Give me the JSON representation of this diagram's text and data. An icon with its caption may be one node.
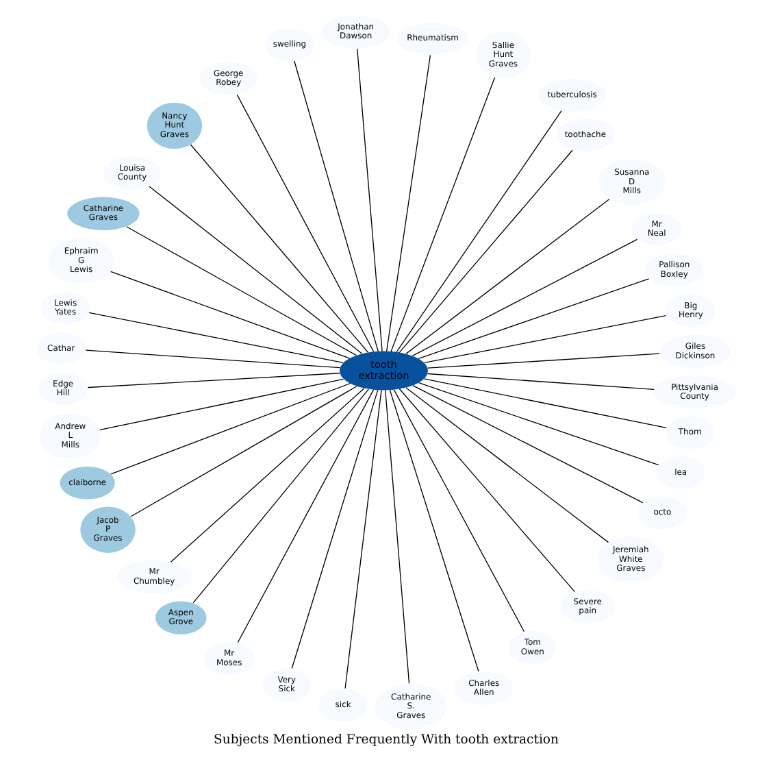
{
  "diagram": {
    "title": "Subjects Mentioned Frequently With tooth extraction",
    "nodes": [
      {
        "text": [
          "Giles Dickinson"
        ]
      },
      {
        "text": [
          "Big Henry"
        ]
      },
      {
        "text": [
          "Pallison Boxley"
        ]
      },
      {
        "text": [
          "Mr Neal"
        ]
      },
      {
        "text": [
          "Susanna D Mills"
        ]
      },
      {
        "text": [
          "toothache"
        ]
      },
      {
        "text": [
          "tuberculosis"
        ]
      },
      {
        "text": [
          "Sallie Hunt Graves"
        ]
      },
      {
        "text": [
          "Rheumatism"
        ]
      },
      {
        "text": [
          "Jonathan Dawson"
        ]
      },
      {
        "text": [
          "swelling"
        ]
      },
      {
        "text": [
          "George Robey"
        ]
      },
      {
        "text": [
          "Nancy Hunt Graves"
        ]
      },
      {
        "text": [
          "Louisa County"
        ]
      },
      {
        "text": [
          "Catharine Graves"
        ]
      },
      {
        "text": [
          "Ephraim G Lewis"
        ]
      },
      {
        "text": [
          "Lewis Yates"
        ]
      },
      {
        "text": [
          "Cathar"
        ]
      },
      {
        "text": [
          "tooth extraction"
        ]
      },
      {
        "text": [
          "Edge Hill"
        ]
      },
      {
        "text": [
          "Andrew L Mills"
        ]
      },
      {
        "text": [
          "claiborne"
        ]
      },
      {
        "text": [
          "Jacob P Graves"
        ]
      },
      {
        "text": [
          "Mr Chumbley"
        ]
      },
      {
        "text": [
          "Aspen Grove"
        ]
      },
      {
        "text": [
          "Mr Moses"
        ]
      },
      {
        "text": [
          "Very Sick"
        ]
      },
      {
        "text": [
          "sick"
        ]
      },
      {
        "text": [
          "Catharine S. Graves"
        ]
      },
      {
        "text": [
          "Charles Allen"
        ]
      },
      {
        "text": [
          "Tom Owen"
        ]
      },
      {
        "text": [
          "Severe pain"
        ]
      },
      {
        "text": [
          "Jeremiah White Graves"
        ]
      },
      {
        "text": [
          "octo"
        ]
      },
      {
        "text": [
          "lea"
        ]
      },
      {
        "text": [
          "Thom"
        ]
      },
      {
        "text": [
          "Pittsylvania County"
        ]
      }
    ],
    "edges": [
      {
        "from": 18,
        "to": 0,
        "arrow": "none"
      },
      {
        "from": 18,
        "to": 1,
        "arrow": "none"
      },
      {
        "from": 18,
        "to": 2,
        "arrow": "none"
      },
      {
        "from": 18,
        "to": 3,
        "arrow": "none"
      },
      {
        "from": 18,
        "to": 4,
        "arrow": "none"
      },
      {
        "from": 18,
        "to": 5,
        "arrow": "none"
      },
      {
        "from": 18,
        "to": 6,
        "arrow": "none"
      },
      {
        "from": 18,
        "to": 7,
        "arrow": "none"
      },
      {
        "from": 18,
        "to": 8,
        "arrow": "none"
      },
      {
        "from": 18,
        "to": 9,
        "arrow": "none"
      },
      {
        "from": 18,
        "to": 10,
        "arrow": "none"
      },
      {
        "from": 18,
        "to": 11,
        "arrow": "none"
      },
      {
        "from": 18,
        "to": 12,
        "arrow": "none"
      },
      {
        "from": 18,
        "to": 13,
        "arrow": "none"
      },
      {
        "from": 18,
        "to": 14,
        "arrow": "none"
      },
      {
        "from": 18,
        "to": 15,
        "arrow": "none"
      },
      {
        "from": 18,
        "to": 16,
        "arrow": "none"
      },
      {
        "from": 18,
        "to": 17,
        "arrow": "none"
      },
      {
        "from": 18,
        "to": 19,
        "arrow": "none"
      },
      {
        "from": 18,
        "to": 20,
        "arrow": "none"
      },
      {
        "from": 18,
        "to": 21,
        "arrow": "none"
      },
      {
        "from": 18,
        "to": 22,
        "arrow": "none"
      },
      {
        "from": 18,
        "to": 23,
        "arrow": "none"
      },
      {
        "from": 18,
        "to": 24,
        "arrow": "none"
      },
      {
        "from": 18,
        "to": 25,
        "arrow": "none"
      },
      {
        "from": 18,
        "to": 26,
        "arrow": "none"
      },
      {
        "from": 18,
        "to": 27,
        "arrow": "none"
      },
      {
        "from": 18,
        "to": 28,
        "arrow": "none"
      },
      {
        "from": 18,
        "to": 29,
        "arrow": "none"
      },
      {
        "from": 18,
        "to": 30,
        "arrow": "none"
      },
      {
        "from": 18,
        "to": 31,
        "arrow": "none"
      },
      {
        "from": 18,
        "to": 32,
        "arrow": "none"
      },
      {
        "from": 18,
        "to": 33,
        "arrow": "none"
      },
      {
        "from": 18,
        "to": 34,
        "arrow": "none"
      },
      {
        "from": 18,
        "to": 35,
        "arrow": "none"
      },
      {
        "from": 18,
        "to": 36,
        "arrow": "none"
      }
    ]
  }
}
